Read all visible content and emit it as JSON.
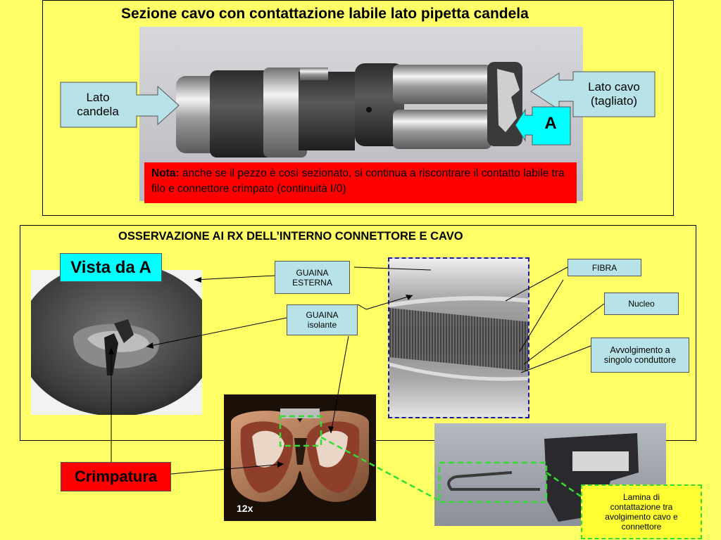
{
  "top": {
    "title": "Sezione cavo con contattazione labile lato pipetta candela",
    "label_candela": "Lato\ncandela",
    "label_cavo": "Lato cavo\n(tagliato)",
    "label_a": "A",
    "note_bold": "Nota:",
    "note_text": " anche se il pezzo è così sezionato, si continua a riscontrare il contatto labile tra filo e connettore crimpato (continuità I/0)"
  },
  "bottom": {
    "title": "OSSERVAZIONE AI RX DELL’INTERNO CONNETTORE E CAVO",
    "vista": "Vista da A",
    "guaina_esterna": "GUAINA\nESTERNA",
    "guaina_isolante": "GUAINA\nisolante",
    "fibra": "FIBRA",
    "nucleo": "Nucleo",
    "avvolgimento": "Avvolgimento a\nsingolo conduttore",
    "crimpatura": "Crimpatura",
    "zoom": "12x",
    "lamina": "Lamina di\ncontattazione tra\navolgimento cavo e\nconnettore"
  },
  "colors": {
    "background": "#ffff66",
    "callout": "#b7e3e8",
    "alert": "#ff0000",
    "cyan": "#00ffff",
    "green_dash": "#33dd33",
    "blue_dash": "#1a1aa0"
  }
}
